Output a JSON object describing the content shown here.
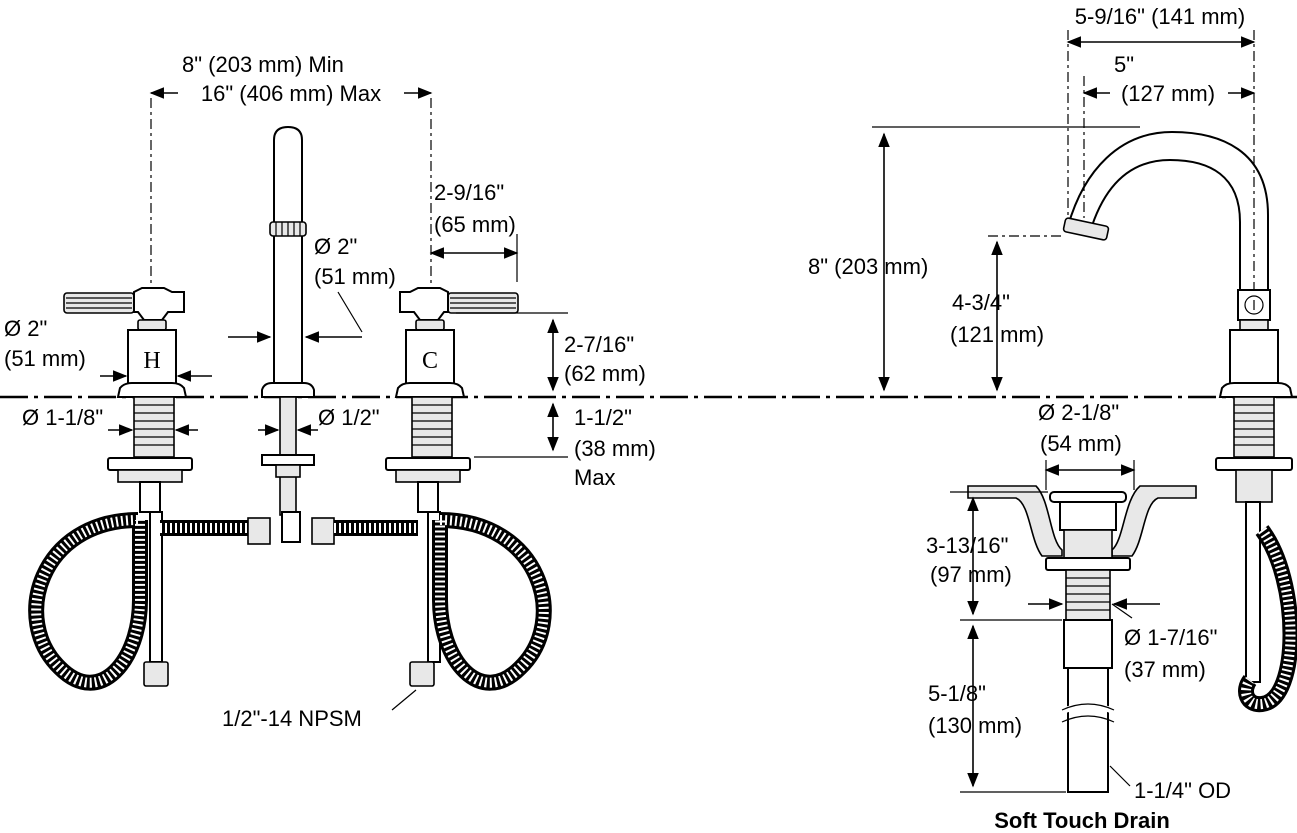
{
  "labels": {
    "spread_min": "8\" (203 mm) Min",
    "spread_max": "16\" (406 mm) Max",
    "spout_dia": "Ø 2\"",
    "spout_dia_mm": "(51 mm)",
    "handle_reach": "2-9/16\"",
    "handle_reach_mm": "(65 mm)",
    "handle_dia": "Ø 2\"",
    "handle_dia_mm": "(51 mm)",
    "handle_height": "2-7/16\"",
    "handle_height_mm": "(62 mm)",
    "shank_dia": "Ø 1-1/8\"",
    "spout_shank_dia": "Ø 1/2\"",
    "deck_thickness": "1-1/2\"",
    "deck_thickness_mm": "(38 mm)",
    "deck_thickness_max": "Max",
    "inlet_thread": "1/2\"-14 NPSM",
    "overall_depth": "5-9/16\" (141 mm)",
    "spout_reach": "5\"",
    "spout_reach_mm": "(127 mm)",
    "overall_height": "8\" (203 mm)",
    "aerator_height": "4-3/4\"",
    "aerator_height_mm": "(121 mm)",
    "drain_cap_dia": "Ø 2-1/8\"",
    "drain_cap_dia_mm": "(54 mm)",
    "drain_body_len": "3-13/16\"",
    "drain_body_len_mm": "(97 mm)",
    "drain_thread_dia": "Ø 1-7/16\"",
    "drain_thread_dia_mm": "(37 mm)",
    "tailpiece_len": "5-1/8\"",
    "tailpiece_len_mm": "(130 mm)",
    "tailpiece_od": "1-1/4\" OD",
    "drain_title": "Soft Touch Drain",
    "hot_mark": "H",
    "cold_mark": "C"
  }
}
